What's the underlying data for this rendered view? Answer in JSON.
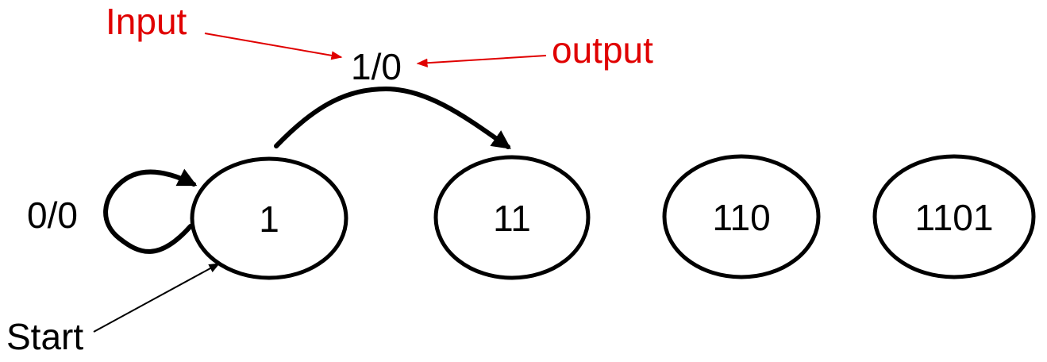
{
  "colors": {
    "annotation": "#e00000",
    "stroke": "#000000",
    "text": "#000000"
  },
  "states": [
    {
      "label": "1"
    },
    {
      "label": "11"
    },
    {
      "label": "110"
    },
    {
      "label": "1101"
    }
  ],
  "transitions": [
    {
      "from": "1",
      "to": "1",
      "label": "0/0"
    },
    {
      "from": "1",
      "to": "11",
      "label": "1/0"
    }
  ],
  "annotations": {
    "input": "Input",
    "output": "output",
    "start": "Start"
  }
}
